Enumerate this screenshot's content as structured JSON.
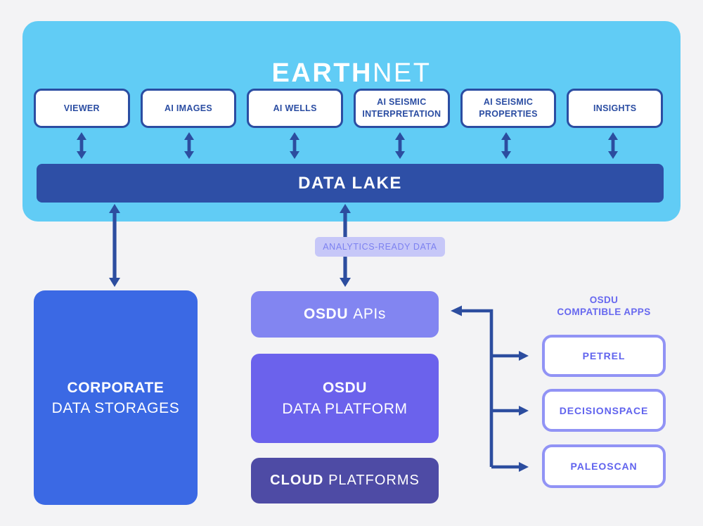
{
  "colors": {
    "bg": "#f3f3f5",
    "sky": "#61ccf5",
    "dark": "#2b4da2",
    "royal": "#2e4fa6",
    "arrow": "#2c4d9f",
    "corp": "#3b69e4",
    "osdu-light": "#8285f1",
    "osdu-mid": "#6b62ec",
    "osdu-dark": "#4e4ba5",
    "lavender-bg": "#c6c7f8",
    "lavender-text": "#7c81f0",
    "app-border": "#9193f5",
    "app-text": "#6063ee",
    "heading-text": "#6768ef"
  },
  "earthnet": {
    "title_bold": "EARTH",
    "title_light": "NET",
    "modules": [
      {
        "label": "VIEWER"
      },
      {
        "label": "AI IMAGES"
      },
      {
        "label": "AI WELLS"
      },
      {
        "label": "AI SEISMIC INTERPRETATION"
      },
      {
        "label": "AI SEISMIC PROPERTIES"
      },
      {
        "label": "INSIGHTS"
      }
    ],
    "data_lake": "DATA LAKE"
  },
  "flow": {
    "analytics_label": "ANALYTICS-READY DATA"
  },
  "corporate": {
    "line1": "CORPORATE",
    "line2": "DATA STORAGES"
  },
  "osdu": {
    "apis_bold": "OSDU",
    "apis_rest": "APIs",
    "platform_line1": "OSDU",
    "platform_line2": "DATA PLATFORM",
    "cloud_bold": "CLOUD",
    "cloud_rest": "PLATFORMS"
  },
  "compatible": {
    "heading1": "OSDU",
    "heading2": "COMPATIBLE APPS",
    "apps": [
      {
        "label": "PETREL"
      },
      {
        "label": "DECISIONSPACE"
      },
      {
        "label": "PALEOSCAN"
      }
    ]
  }
}
